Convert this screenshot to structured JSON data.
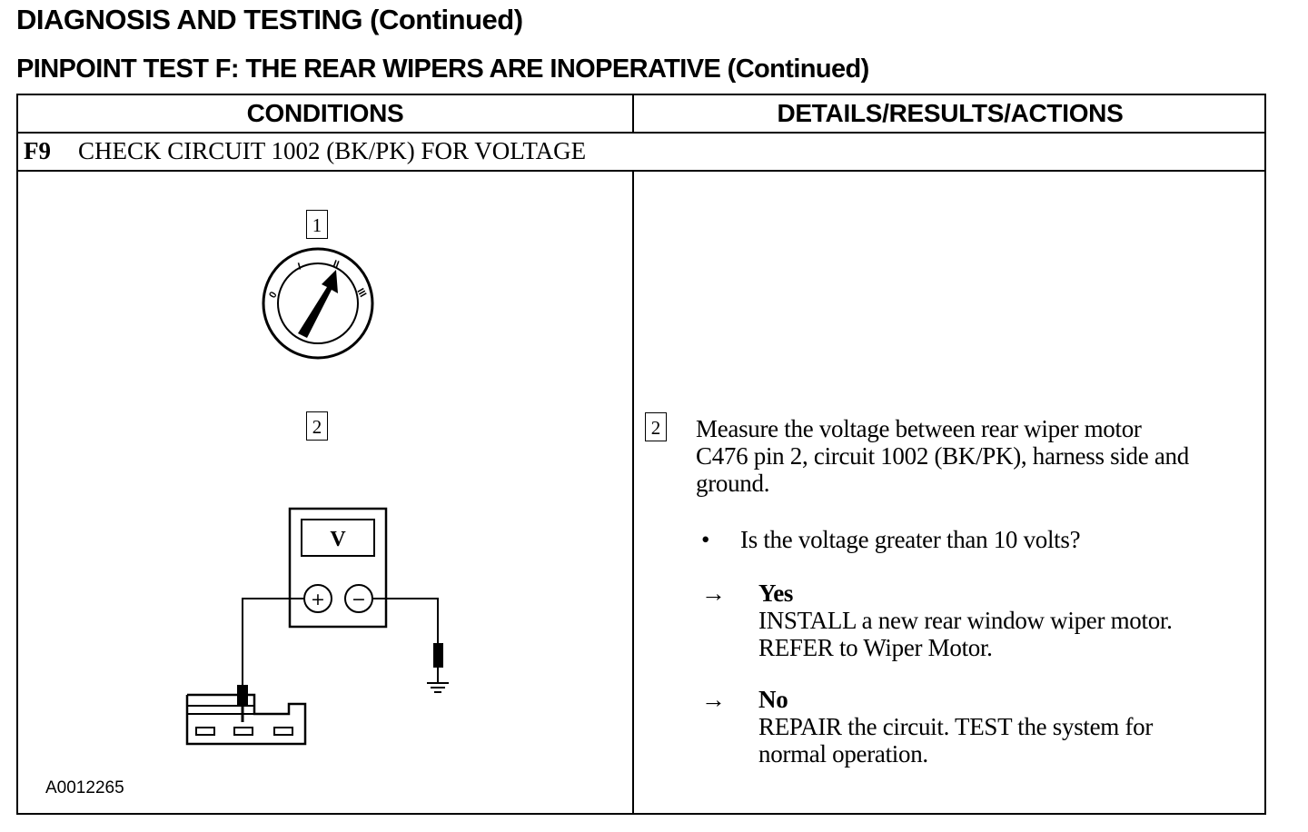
{
  "header": {
    "title": "DIAGNOSIS AND TESTING (Continued)",
    "subtitle": "PINPOINT TEST F:  THE REAR WIPERS ARE INOPERATIVE (Continued)"
  },
  "table": {
    "col_conditions": "CONDITIONS",
    "col_details": "DETAILS/RESULTS/ACTIONS",
    "step_code": "F9",
    "step_title": "CHECK CIRCUIT 1002 (BK/PK) FOR VOLTAGE"
  },
  "figure": {
    "ref1": "1",
    "ref2": "2",
    "switch_labels": [
      "0",
      "I",
      "II",
      "III"
    ],
    "meter_label": "V",
    "plus": "+",
    "minus": "−",
    "figure_id": "A0012265"
  },
  "details": {
    "ref": "2",
    "instruction_lines": [
      "Measure the voltage between rear wiper motor",
      "C476 pin 2, circuit 1002 (BK/PK), harness side and",
      "ground."
    ],
    "bullet": "•",
    "question": "Is the voltage greater than 10 volts?",
    "arrow": "→",
    "yes_label": "Yes",
    "yes_lines": [
      "INSTALL a new rear window wiper motor.",
      "REFER to  Wiper Motor."
    ],
    "no_label": "No",
    "no_lines": [
      "REPAIR the circuit. TEST the system for",
      "normal operation."
    ]
  }
}
